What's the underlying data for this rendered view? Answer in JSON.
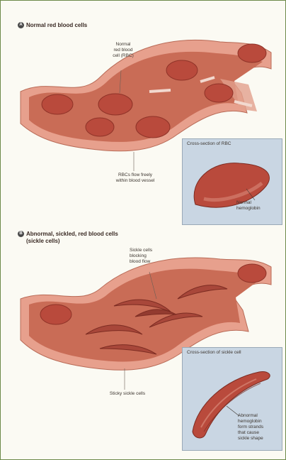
{
  "panel_a": {
    "badge": "A",
    "heading": "Normal red blood cells",
    "label_rbc": [
      "Normal",
      "red blood",
      "cell (RBC)"
    ],
    "label_flow": [
      "RBCs flow freely",
      "within blood vessel"
    ],
    "inset": {
      "title": "Cross-section of RBC",
      "label": [
        "Normal",
        "hemoglobin"
      ]
    }
  },
  "panel_b": {
    "badge": "B",
    "heading": [
      "Abnormal, sickled, red blood cells",
      "(sickle cells)"
    ],
    "label_blocking": [
      "Sickle cells",
      "blocking",
      "blood flow"
    ],
    "label_sticky": "Sticky sickle cells",
    "inset": {
      "title": "Cross-section of sickle cell",
      "label": [
        "Abnormal",
        "hemoglobin",
        "form strands",
        "that cause",
        "sickle shape"
      ]
    }
  },
  "colors": {
    "vessel_wall": "#e7a08d",
    "vessel_inner": "#c96c56",
    "rbc": "#b94a3c",
    "rbc_dark": "#8f3328",
    "inset_bg": "#c9d6e3",
    "frame": "#6d8a4a"
  }
}
